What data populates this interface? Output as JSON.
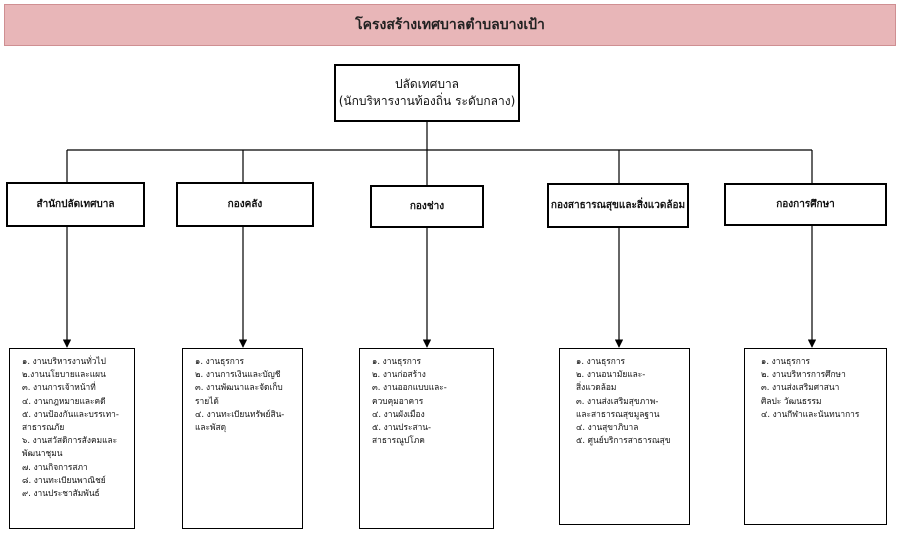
{
  "header": {
    "title": "โครงสร้างเทศบาลตำบลบางเป้า"
  },
  "top": {
    "title": "ปลัดเทศบาล",
    "subtitle": "(นักบริหารงานท้องถิ่น ระดับกลาง)"
  },
  "departments": [
    {
      "name": "สำนักปลัดเทศบาล",
      "tasks": [
        "๑. งานบริหารงานทั่วไป",
        "๒.งานนโยบายและแผน",
        "๓. งานการเจ้าหน้าที่",
        "๔. งานกฎหมายและคดี",
        "๕. งานป้องกันและบรรเทา-",
        "สาธารณภัย",
        "๖. งานสวัสดิการสังคมและ",
        "พัฒนาชุมน",
        "๗. งานกิจการสภา",
        "๘. งานทะเบียนพาณิชย์",
        "๙. งานประชาสัมพันธ์"
      ]
    },
    {
      "name": "กองคลัง",
      "tasks": [
        "๑. งานธุรการ",
        "๒. งานการเงินและบัญชี",
        "๓. งานพัฒนาและจัดเก็บ",
        "รายได้",
        "๔. งานทะเบียนทรัพย์สิน-",
        "และพัสดุ"
      ]
    },
    {
      "name": "กองช่าง",
      "tasks": [
        "๑. งานธุรการ",
        "๒. งานก่อสร้าง",
        "๓. งานออกแบบและ-",
        "ควบคุมอาคาร",
        "๔. งานผังเมือง",
        "๕. งานประสาน-",
        "สาธารณูปโภค"
      ]
    },
    {
      "name": "กองสาธารณสุขและสิ่งแวดล้อม",
      "tasks": [
        "๑. งานธุรการ",
        "๒. งานอนามัยและ-",
        "สิ่งแวดล้อม",
        "๓. งานส่งเสริมสุขภาพ-",
        "และสาธารณสุขมูลฐาน",
        "๔. งานสุขาภิบาล",
        "๕. ศูนย์บริการสาธารณสุข"
      ]
    },
    {
      "name": "กองการศึกษา",
      "tasks": [
        "๑. งานธุรการ",
        "๒. งานบริหารการศึกษา",
        "๓. งานส่งเสริมศาสนา",
        "ศิลปะ วัฒนธรรม",
        "๔. งานกีฬาและนันทนาการ"
      ]
    }
  ]
}
